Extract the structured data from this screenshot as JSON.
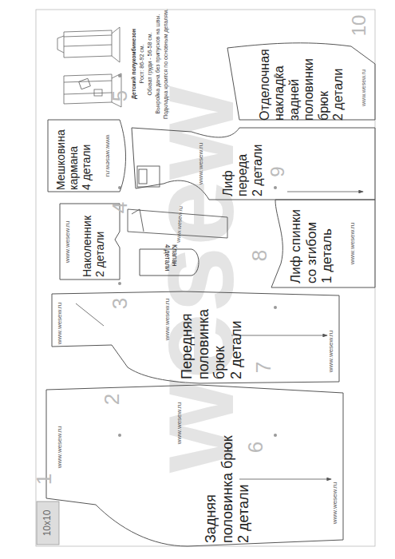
{
  "diagram": {
    "nodes": [
      {
        "text": [
          "Задняя половинка брюк",
          "2 детали"
        ]
      },
      {
        "text": [
          "Передняя половинка брюк",
          "2 детали"
        ]
      },
      {
        "text": [
          "Лиф спинки со згибом",
          "1 деталь"
        ]
      },
      {
        "text": [
          "Лиф переда",
          "2 детали"
        ]
      },
      {
        "text": [
          "Наколенник",
          "2 детали"
        ]
      },
      {
        "text": [
          "Мешковина кармана",
          "4 детали"
        ]
      },
      {
        "text": [
          "Клапан",
          "4 детали"
        ]
      },
      {
        "text": [
          "Отделочная накладка задней половинки брюк",
          "2 детали"
        ]
      }
    ],
    "labels": [
      "wesew",
      "1",
      "2",
      "3",
      "4",
      "5",
      "6",
      "7",
      "8",
      "9",
      "10",
      "10x10",
      "www.wesew.ru",
      "www.wesew.ru",
      "www.wesew.ru",
      "www.wesew.ru",
      "www.wesew.ru",
      "www.wesew.ru",
      "www.wesew.ru",
      "www.wesew.ru",
      "www.wesew.ru",
      "www.wesew.ru",
      "www.wesew.ru",
      "www.wesew.ru",
      "Детский полукомбинезон",
      "Рост: 86-92 см.",
      "Обхват груди - 56-58 см.",
      "Выкройка дана без припусков на швы.",
      "Подкладка кроится по основным деталям."
    ]
  }
}
